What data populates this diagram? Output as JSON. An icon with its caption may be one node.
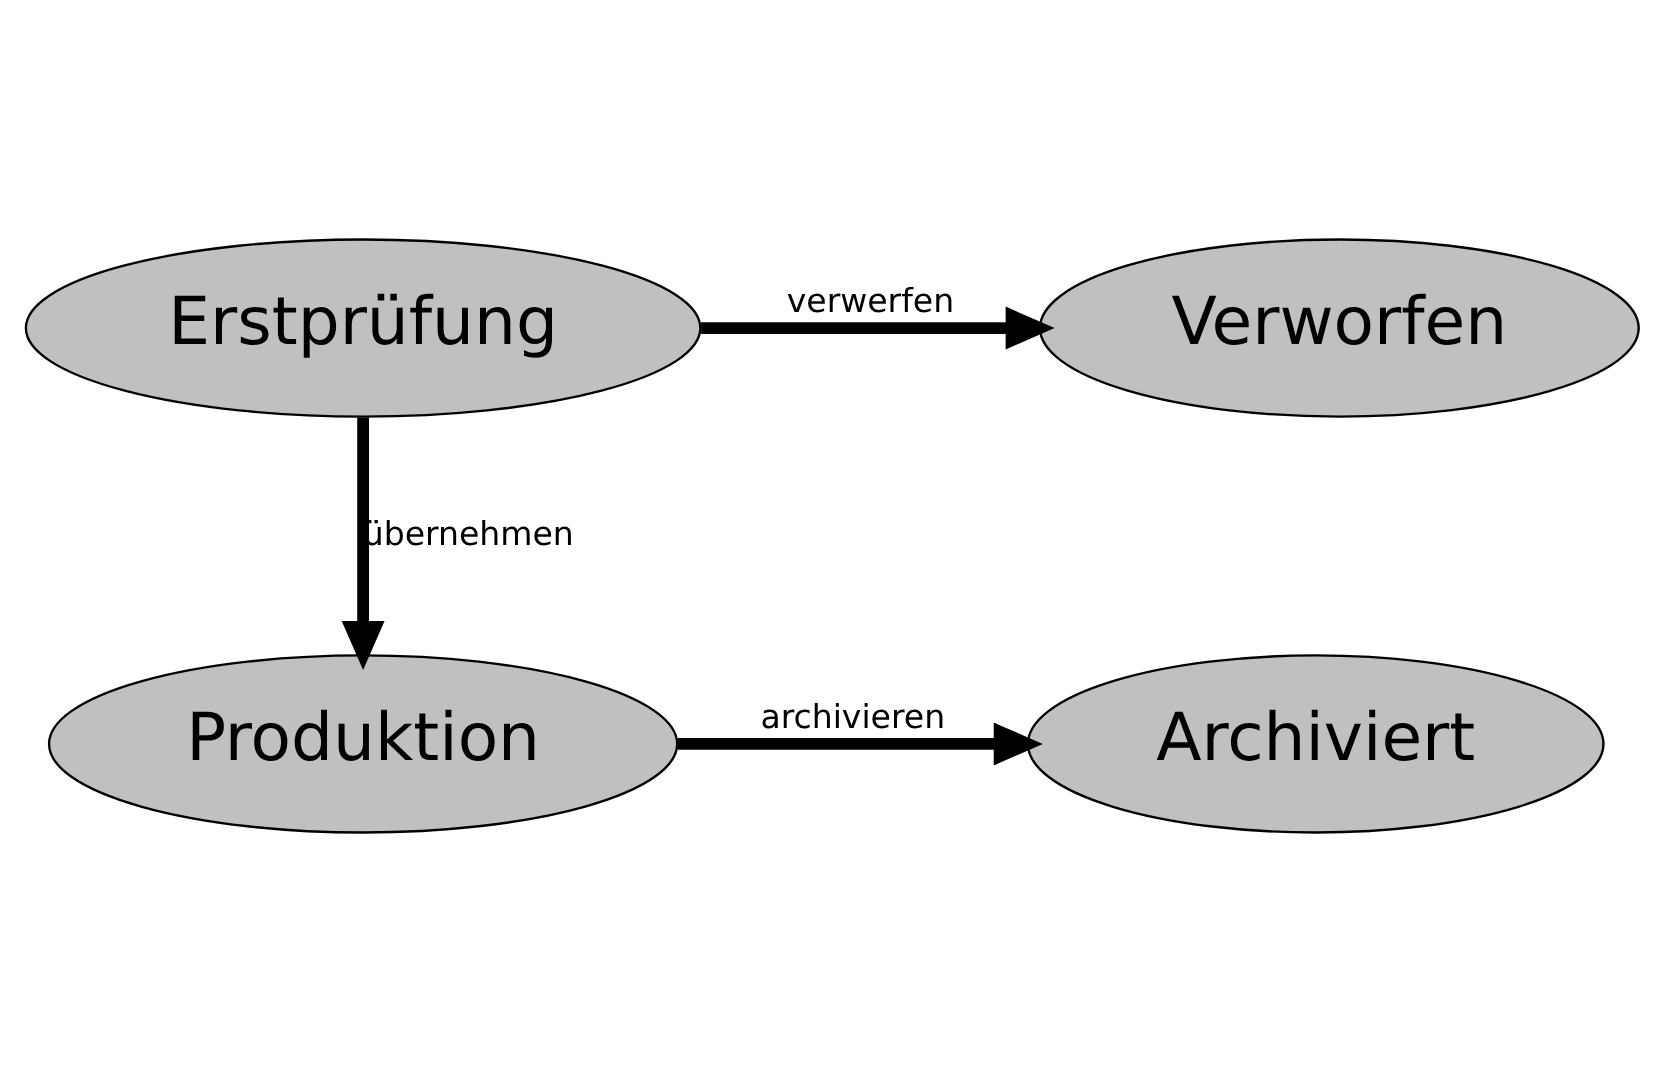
{
  "diagram": {
    "nodes": [
      {
        "text": [
          "Erstprüfung"
        ]
      },
      {
        "text": [
          "Verworfen"
        ]
      },
      {
        "text": [
          "Produktion"
        ]
      },
      {
        "text": [
          "Archiviert"
        ]
      }
    ],
    "edges": [
      {
        "from": 0,
        "to": 1,
        "arrow": "to",
        "label": "verwerfen"
      },
      {
        "from": 0,
        "to": 2,
        "arrow": "to",
        "label": "übernehmen"
      },
      {
        "from": 2,
        "to": 3,
        "arrow": "to",
        "label": "archivieren"
      }
    ]
  }
}
